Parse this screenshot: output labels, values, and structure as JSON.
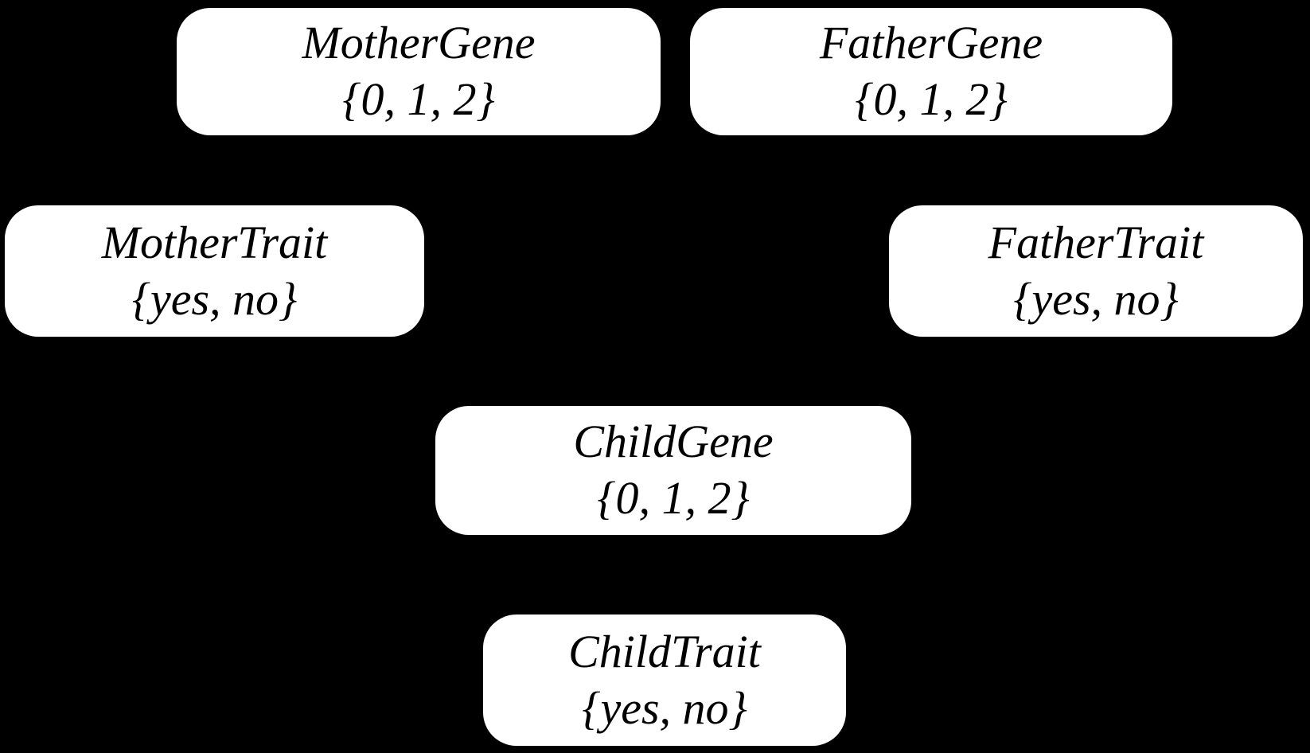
{
  "diagram": {
    "type": "bayesian-network",
    "colors": {
      "background": "#000000",
      "node_fill": "#ffffff",
      "node_text": "#000000"
    },
    "nodes": [
      {
        "id": "mother-gene",
        "name": "MotherGene",
        "domain": "{0, 1, 2}"
      },
      {
        "id": "father-gene",
        "name": "FatherGene",
        "domain": "{0, 1, 2}"
      },
      {
        "id": "mother-trait",
        "name": "MotherTrait",
        "domain": "{yes, no}"
      },
      {
        "id": "father-trait",
        "name": "FatherTrait",
        "domain": "{yes, no}"
      },
      {
        "id": "child-gene",
        "name": "ChildGene",
        "domain": "{0, 1, 2}"
      },
      {
        "id": "child-trait",
        "name": "ChildTrait",
        "domain": "{yes, no}"
      }
    ]
  }
}
